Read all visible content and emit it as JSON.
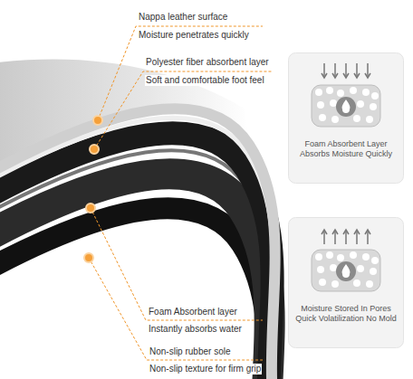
{
  "diagram": {
    "nodes": [
      {
        "text": [
          "Foam Absorbent Layer Absorbs Moisture Quickly"
        ]
      },
      {
        "text": [
          "Moisture Stored In Pores Quick Volatilization No Mold"
        ]
      }
    ],
    "labels": [
      "Nappa leather surface",
      "Moisture penetrates quickly",
      "Polyester fiber absorbent layer",
      "Soft and comfortable foot feel",
      "Foam Absorbent layer",
      "Instantly absorbs water",
      "Non-slip rubber sole",
      "Non-slip texture for firm grip"
    ]
  }
}
